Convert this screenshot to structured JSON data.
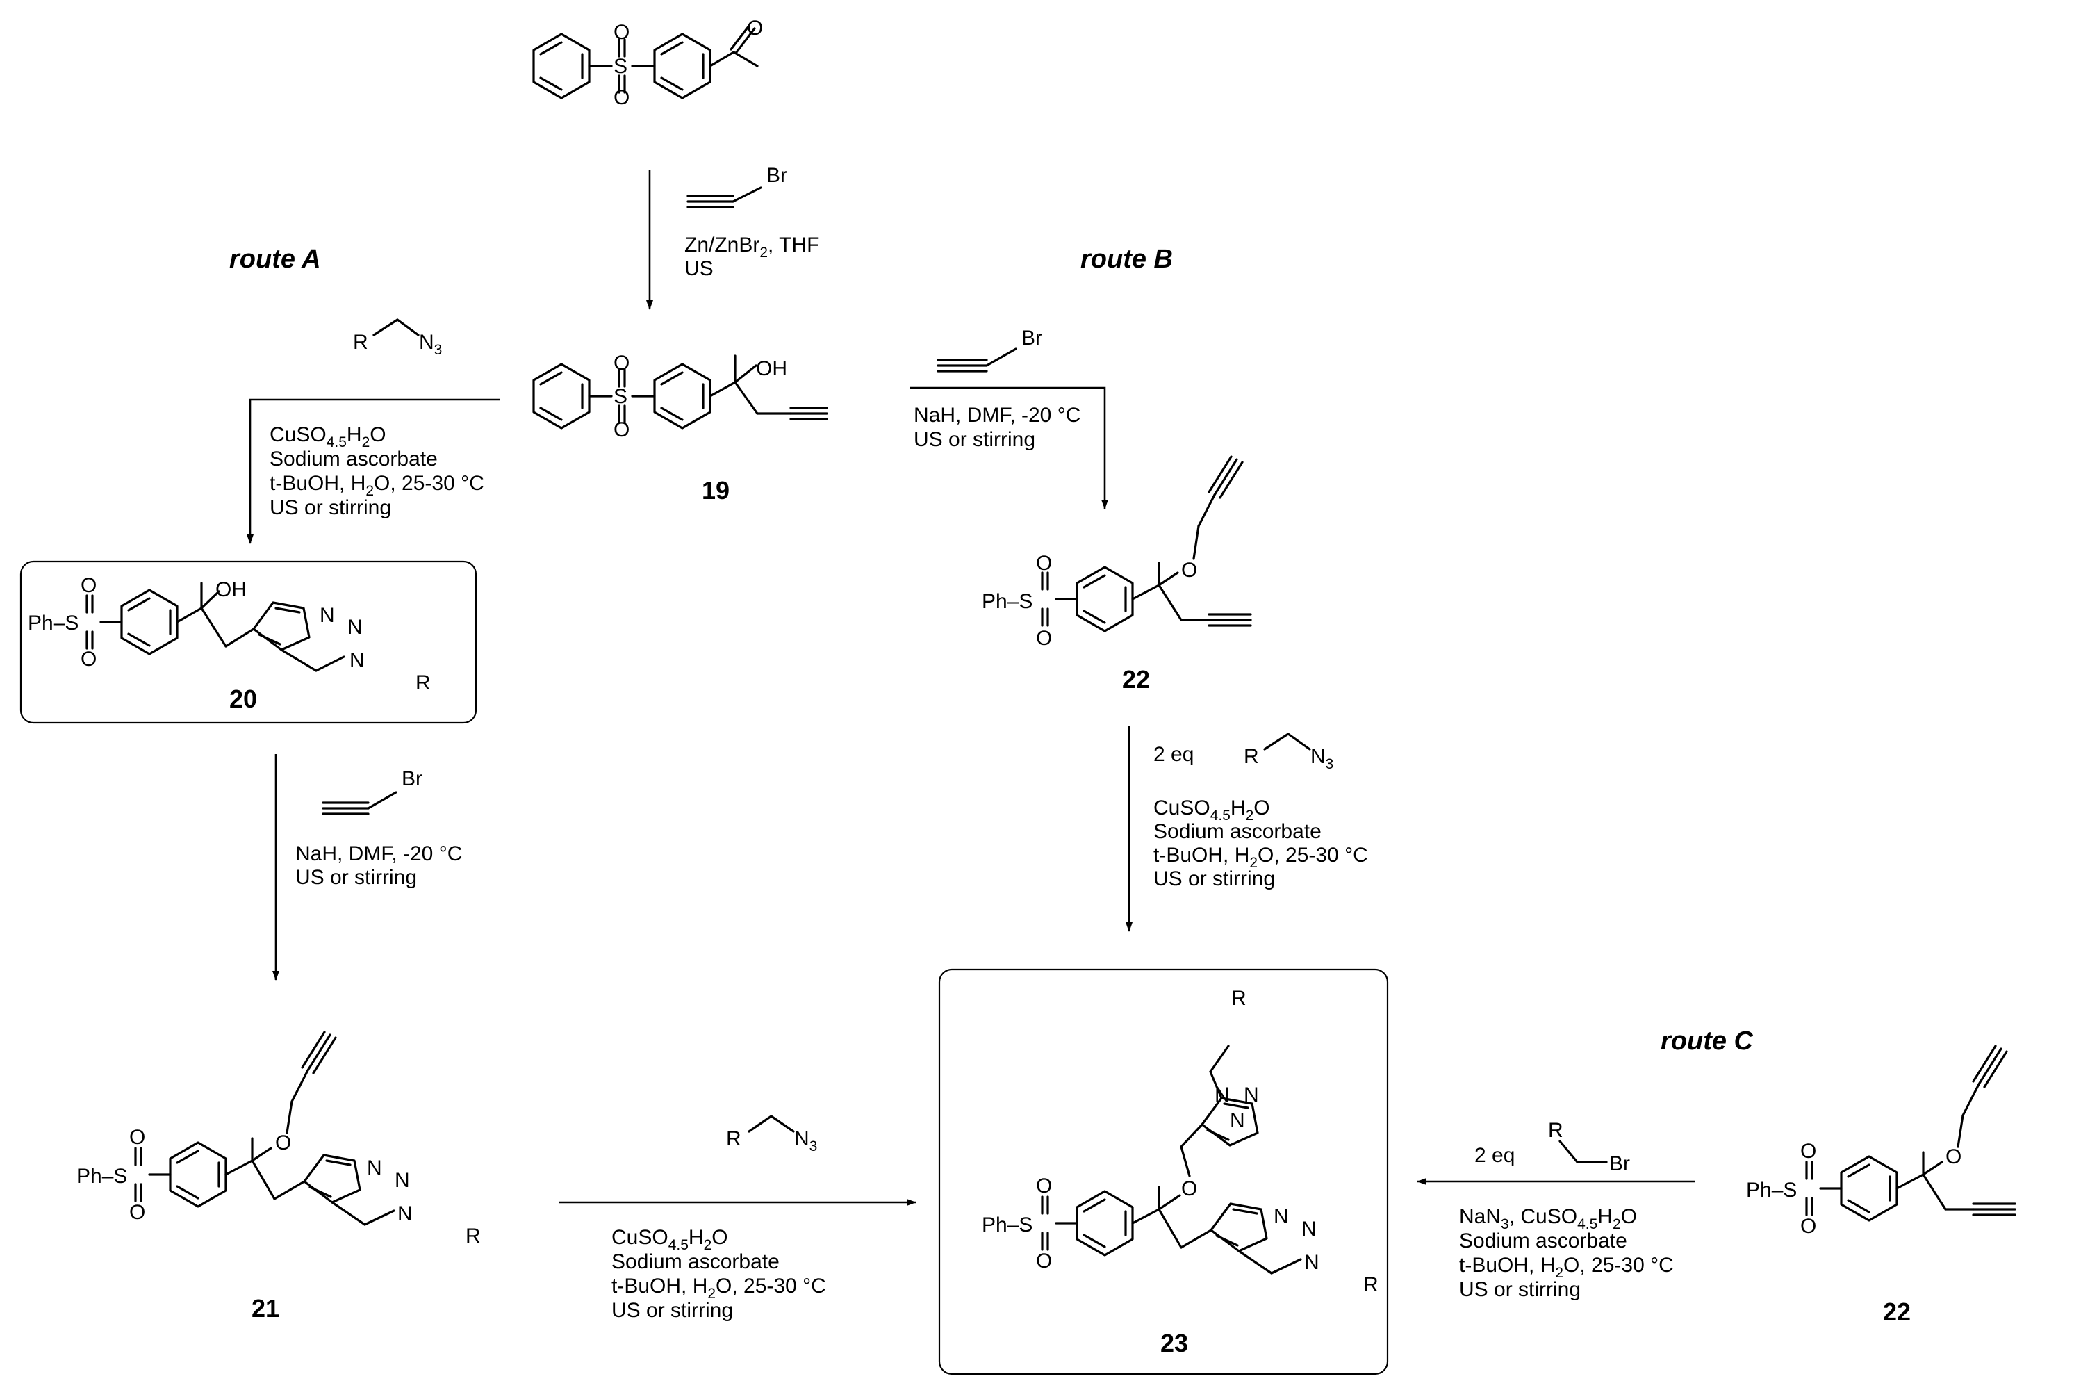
{
  "routes": {
    "a": "route A",
    "b": "route B",
    "c": "route C"
  },
  "compounds": {
    "c19": "19",
    "c20": "20",
    "c21": "21",
    "c22": "22",
    "c22b": "22",
    "c23": "23"
  },
  "atoms": {
    "O": "O",
    "S": "S",
    "OH": "OH",
    "Br": "Br",
    "R": "R",
    "N": "N",
    "N3_main": "N",
    "N3_sub": "3",
    "Ph_S": "Ph–S"
  },
  "conditions": {
    "step1": {
      "line1_a": "Zn/ZnBr",
      "line1_sub": "2",
      "line1_b": ", THF",
      "line2": "US"
    },
    "routeA1": {
      "line1_a": "CuSO",
      "line1_sub": "4.5",
      "line1_b": "H",
      "line1_sub2": "2",
      "line1_c": "O",
      "line2": "Sodium ascorbate",
      "line3_a": "t-BuOH, H",
      "line3_sub": "2",
      "line3_b": "O, 25-30 °C",
      "line4": "US or stirring"
    },
    "routeA2": {
      "line1": "NaH, DMF, -20 °C",
      "line2": "US or stirring"
    },
    "routeB1": {
      "line1": "NaH, DMF, -20 °C",
      "line2": "US or stirring"
    },
    "routeB2": {
      "eq": "2 eq",
      "line1_a": "CuSO",
      "line1_sub": "4.5",
      "line1_b": "H",
      "line1_sub2": "2",
      "line1_c": "O",
      "line2": "Sodium ascorbate",
      "line3_a": "t-BuOH, H",
      "line3_sub": "2",
      "line3_b": "O, 25-30 °C",
      "line4": "US or stirring"
    },
    "routeA3": {
      "line1_a": "CuSO",
      "line1_sub": "4.5",
      "line1_b": "H",
      "line1_sub2": "2",
      "line1_c": "O",
      "line2": "Sodium ascorbate",
      "line3_a": "t-BuOH, H",
      "line3_sub": "2",
      "line3_b": "O, 25-30 °C",
      "line4": "US or stirring"
    },
    "routeC": {
      "eq": "2 eq",
      "line1_a": "NaN",
      "line1_sub": "3",
      "line1_b": ", CuSO",
      "line1_sub2": "4.5",
      "line1_c": "H",
      "line1_sub3": "2",
      "line1_d": "O",
      "line2": "Sodium ascorbate",
      "line3_a": "t-BuOH, H",
      "line3_sub": "2",
      "line3_b": "O, 25-30 °C",
      "line4": "US or stirring"
    }
  }
}
